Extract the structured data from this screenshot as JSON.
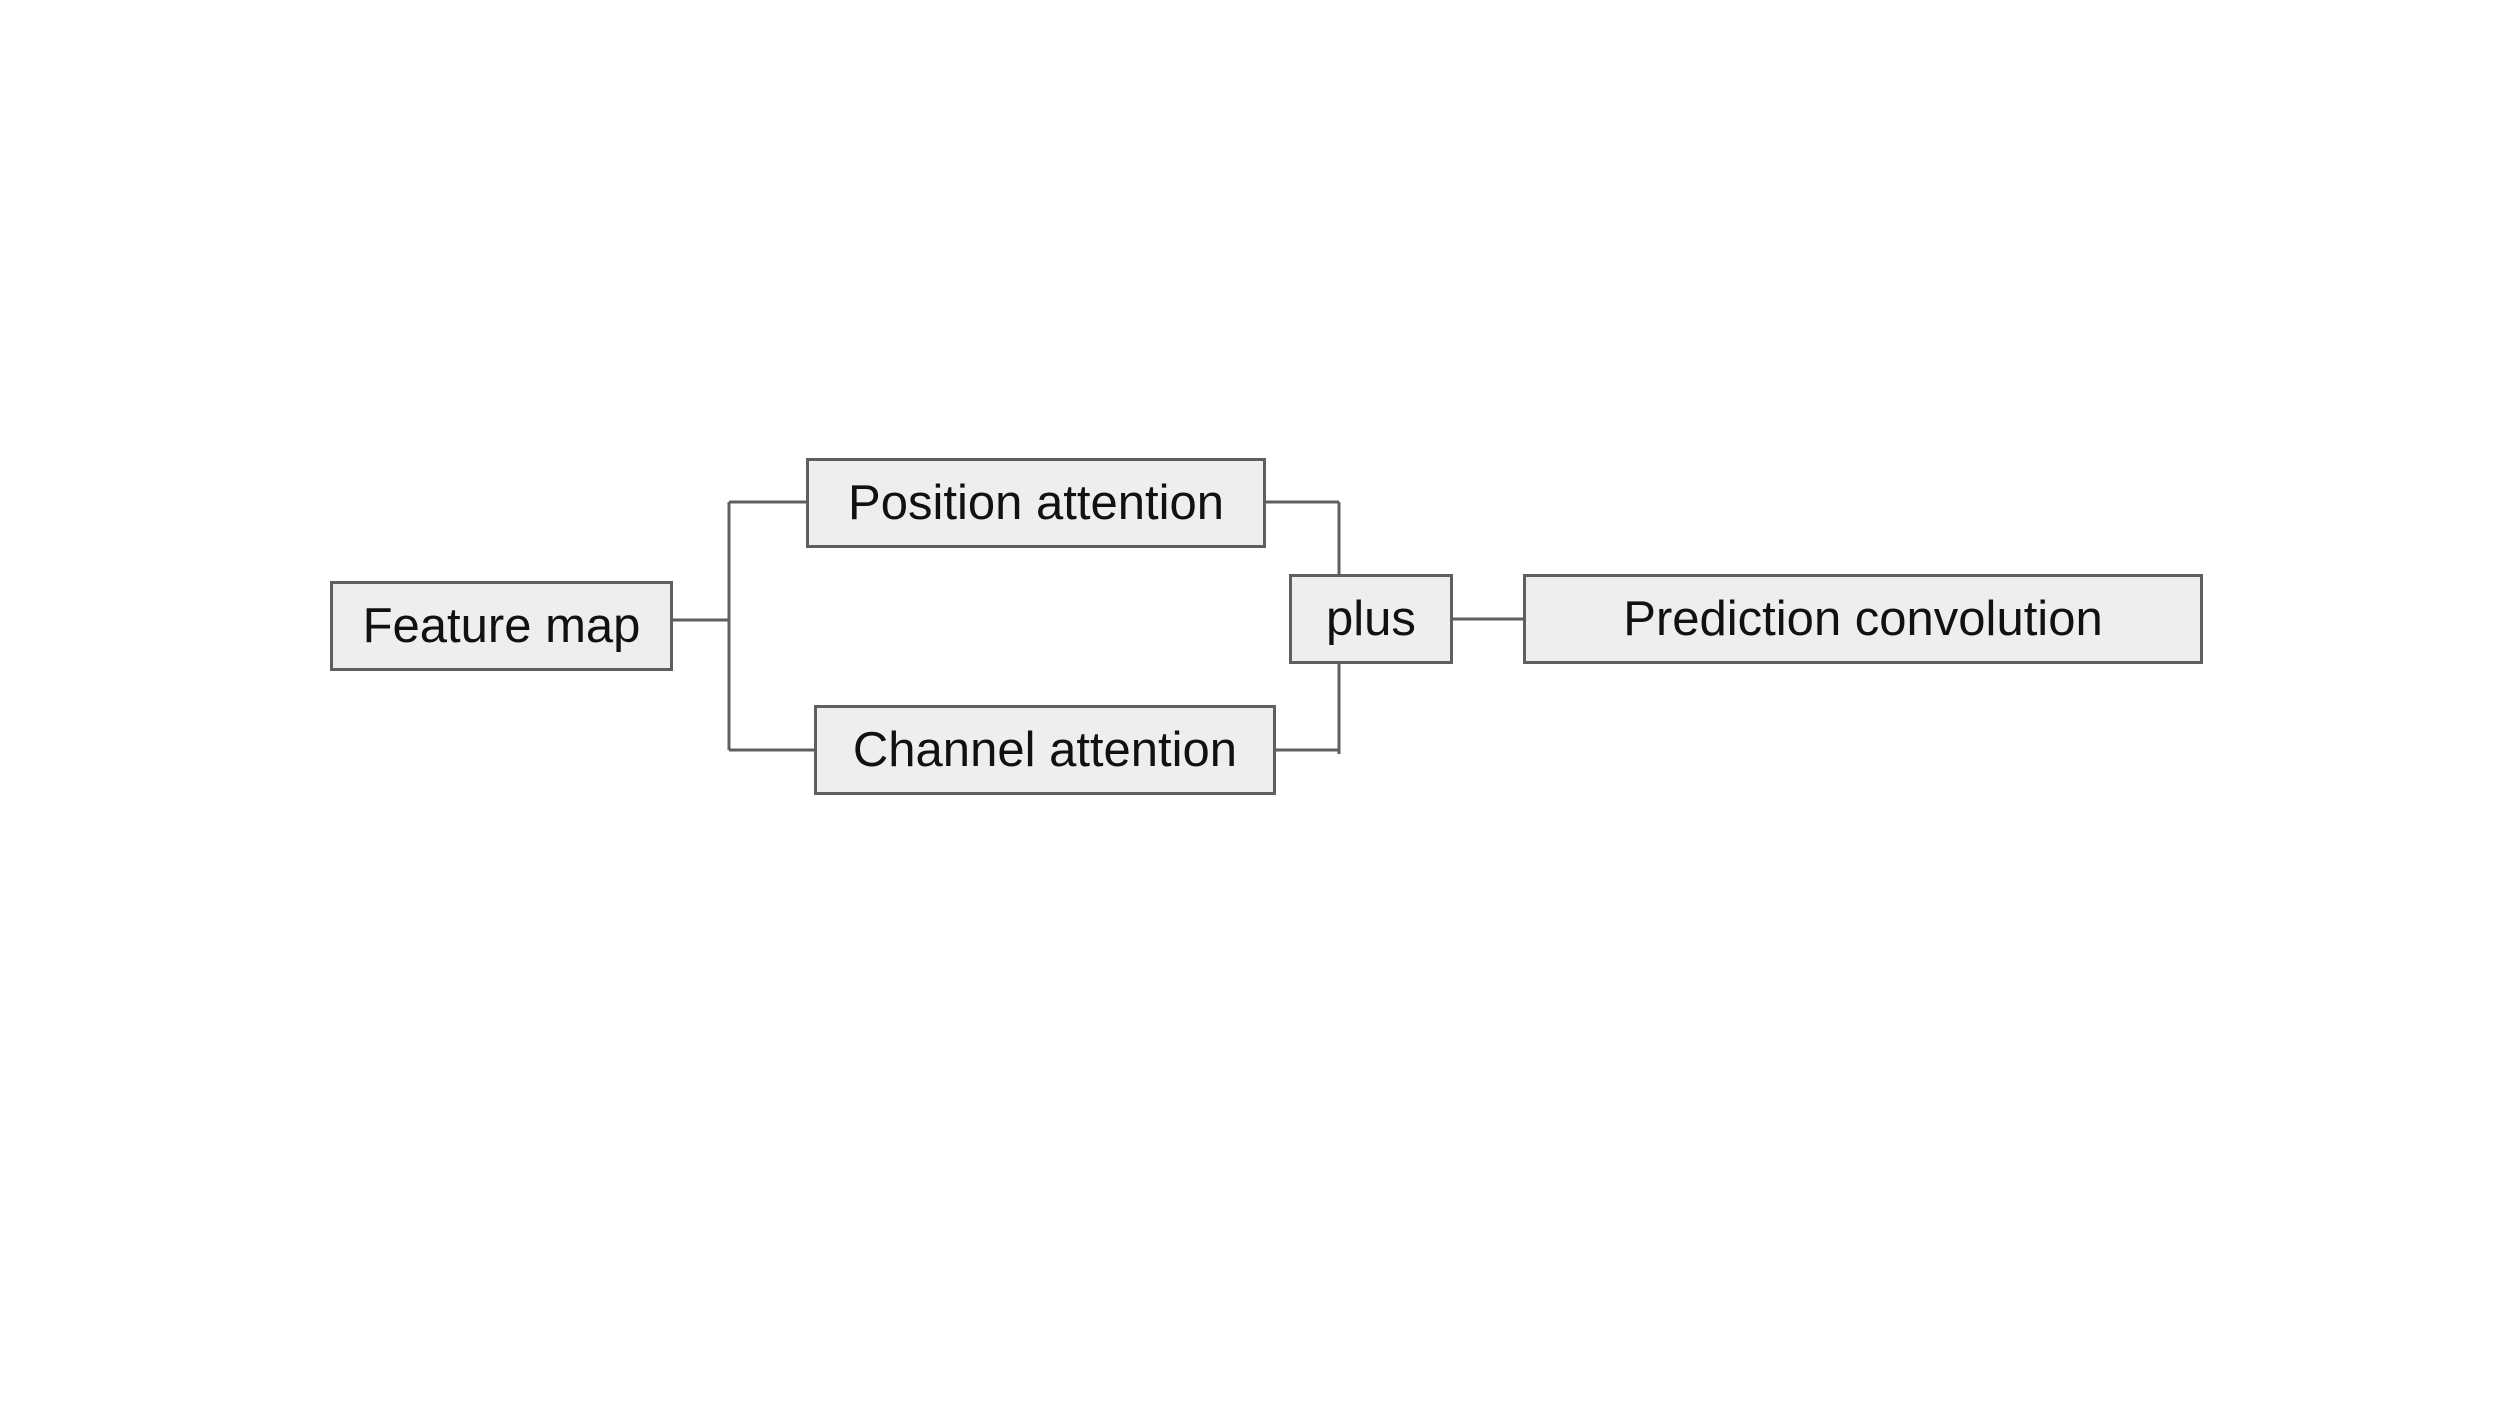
{
  "diagram": {
    "nodes": {
      "feature_map": "Feature map",
      "position_attention": "Position attention",
      "channel_attention": "Channel attention",
      "plus": "plus",
      "prediction_convolution": "Prediction convolution"
    },
    "edges": [
      {
        "from": "feature_map",
        "to": "position_attention"
      },
      {
        "from": "feature_map",
        "to": "channel_attention"
      },
      {
        "from": "position_attention",
        "to": "plus"
      },
      {
        "from": "channel_attention",
        "to": "plus"
      },
      {
        "from": "plus",
        "to": "prediction_convolution"
      }
    ],
    "colors": {
      "node_fill": "#eeeeee",
      "node_border": "#5f5f5f",
      "line": "#5f5f5f",
      "text": "#111111",
      "background": "#ffffff"
    }
  }
}
